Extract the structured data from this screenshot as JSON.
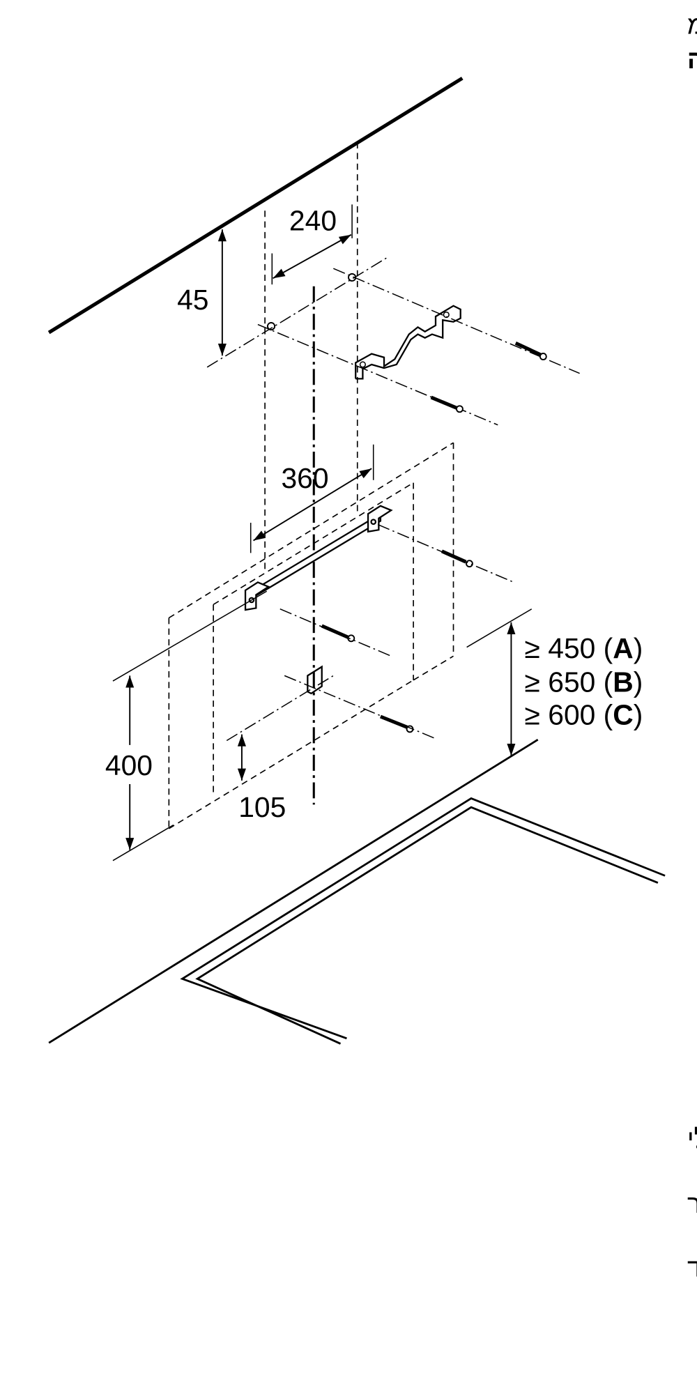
{
  "header": {
    "subtitle": "מידות במ\"מ",
    "title": "התקנת קיר עם ארובה"
  },
  "dimensions": {
    "d45": "45",
    "d240": "240",
    "d360": "360",
    "d400": "400",
    "d105": "105",
    "clearance": [
      {
        "prefix": "≥ 450 (",
        "key": "A",
        "suffix": ")"
      },
      {
        "prefix": "≥ 650 (",
        "key": "B",
        "suffix": ")"
      },
      {
        "prefix": "≥ 600 (",
        "key": "C",
        "suffix": ")"
      }
    ]
  },
  "legend": [
    {
      "key": "A:",
      "text": "חשמלי"
    },
    {
      "key": "B:",
      "text": "גז - מהקצה העליון של תומך הסיר"
    },
    {
      "key": "C:",
      "text": "חשמלי - לאוסטרליה וניו זילנד"
    }
  ]
}
